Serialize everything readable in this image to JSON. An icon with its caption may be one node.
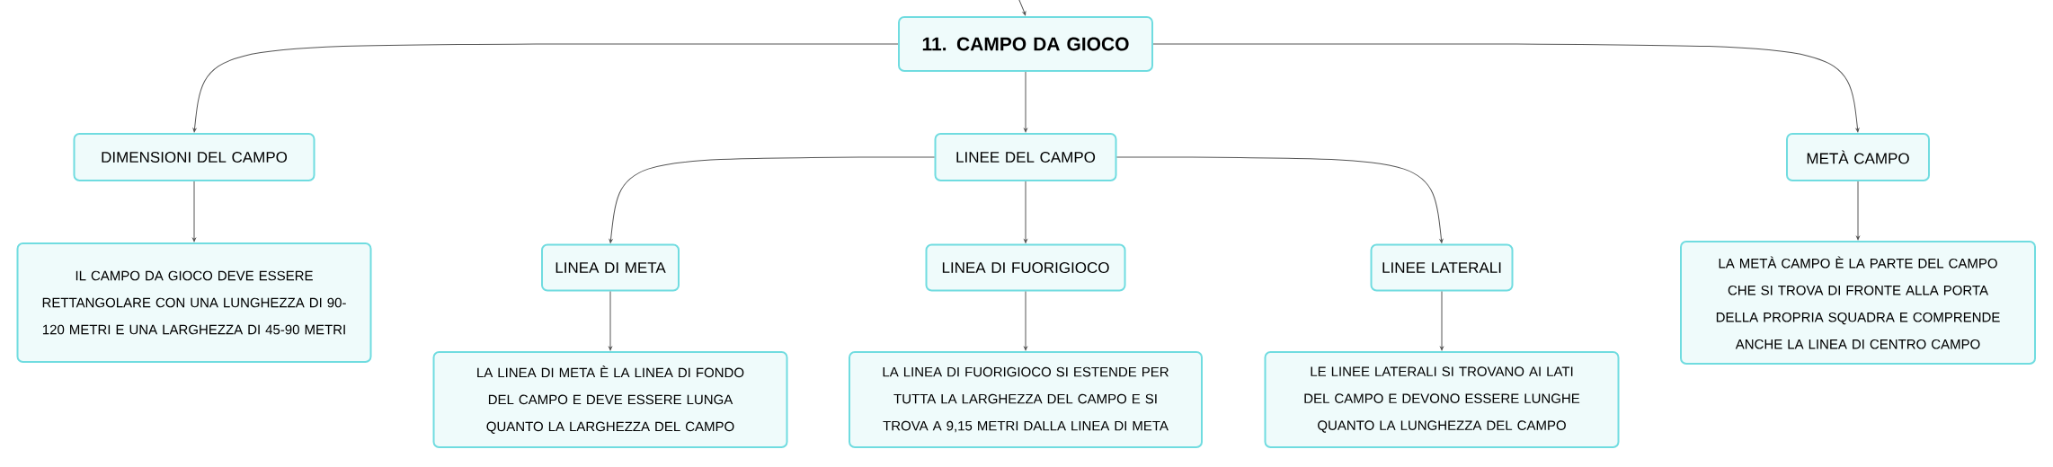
{
  "diagram": {
    "nodes": [
      {
        "text": [
          "11. CAMPO DA GIOCO"
        ]
      },
      {
        "text": [
          "DIMENSIONI DEL CAMPO"
        ]
      },
      {
        "text": [
          "LINEE DEL CAMPO"
        ]
      },
      {
        "text": [
          "METÀ CAMPO"
        ]
      },
      {
        "text": [
          "IL CAMPO DA GIOCO DEVE ESSERE RETTANGOLARE CON UNA LUNGHEZZA DI 90-120 METRI E UNA LARGHEZZA DI 45-90 METRI"
        ]
      },
      {
        "text": [
          "LINEA DI META"
        ]
      },
      {
        "text": [
          "LINEA DI FUORIGIOCO"
        ]
      },
      {
        "text": [
          "LINEE LATERALI"
        ]
      },
      {
        "text": [
          "LA LINEA DI META È LA LINEA DI FONDO DEL CAMPO E DEVE ESSERE LUNGA QUANTO LA LARGHEZZA DEL CAMPO"
        ]
      },
      {
        "text": [
          "LA LINEA DI FUORIGIOCO SI ESTENDE PER TUTTA LA LARGHEZZA DEL CAMPO E SI TROVA A 9,15 METRI DALLA LINEA DI META"
        ]
      },
      {
        "text": [
          "LE LINEE LATERALI SI TROVANO AI LATI DEL CAMPO E DEVONO ESSERE LUNGHE QUANTO LA LUNGHEZZA DEL CAMPO"
        ]
      },
      {
        "text": [
          "LA METÀ CAMPO È LA PARTE DEL CAMPO CHE SI TROVA DI FRONTE ALLA PORTA DELLA PROPRIA SQUADRA E COMPRENDE ANCHE LA LINEA DI CENTRO CAMPO"
        ]
      }
    ],
    "edges": [
      {
        "from": null,
        "to": 0,
        "arrow": "to"
      },
      {
        "from": 0,
        "to": 1,
        "arrow": "to"
      },
      {
        "from": 0,
        "to": 2,
        "arrow": "to"
      },
      {
        "from": 0,
        "to": 3,
        "arrow": "to"
      },
      {
        "from": 1,
        "to": 4,
        "arrow": "to"
      },
      {
        "from": 2,
        "to": 5,
        "arrow": "to"
      },
      {
        "from": 2,
        "to": 6,
        "arrow": "to"
      },
      {
        "from": 2,
        "to": 7,
        "arrow": "to"
      },
      {
        "from": 5,
        "to": 8,
        "arrow": "to"
      },
      {
        "from": 6,
        "to": 9,
        "arrow": "to"
      },
      {
        "from": 7,
        "to": 10,
        "arrow": "to"
      },
      {
        "from": 3,
        "to": 11,
        "arrow": "to"
      }
    ]
  }
}
